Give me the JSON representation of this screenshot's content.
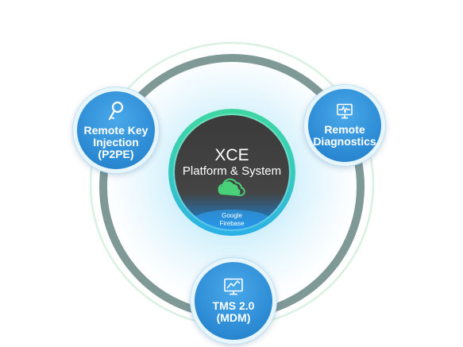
{
  "center": {
    "title": "XCE",
    "subtitle": "Platform & System",
    "footer": "Google\nFirebase",
    "cloud_icon": "cloud-icon"
  },
  "nodes": [
    {
      "label": "Remote Key\nInjection\n(P2PE)",
      "icon": "key-icon"
    },
    {
      "label": "Remote\nDiagnostics",
      "icon": "pulse-monitor-icon"
    },
    {
      "label": "TMS 2.0\n(MDM)",
      "icon": "chart-monitor-icon"
    }
  ],
  "colors": {
    "node_blue": "#2a89d2",
    "ring_gray": "#7f9997",
    "center_dark": "#3d3d3d",
    "accent_green": "#3fd79a",
    "glow_blue": "#cfeefb"
  }
}
